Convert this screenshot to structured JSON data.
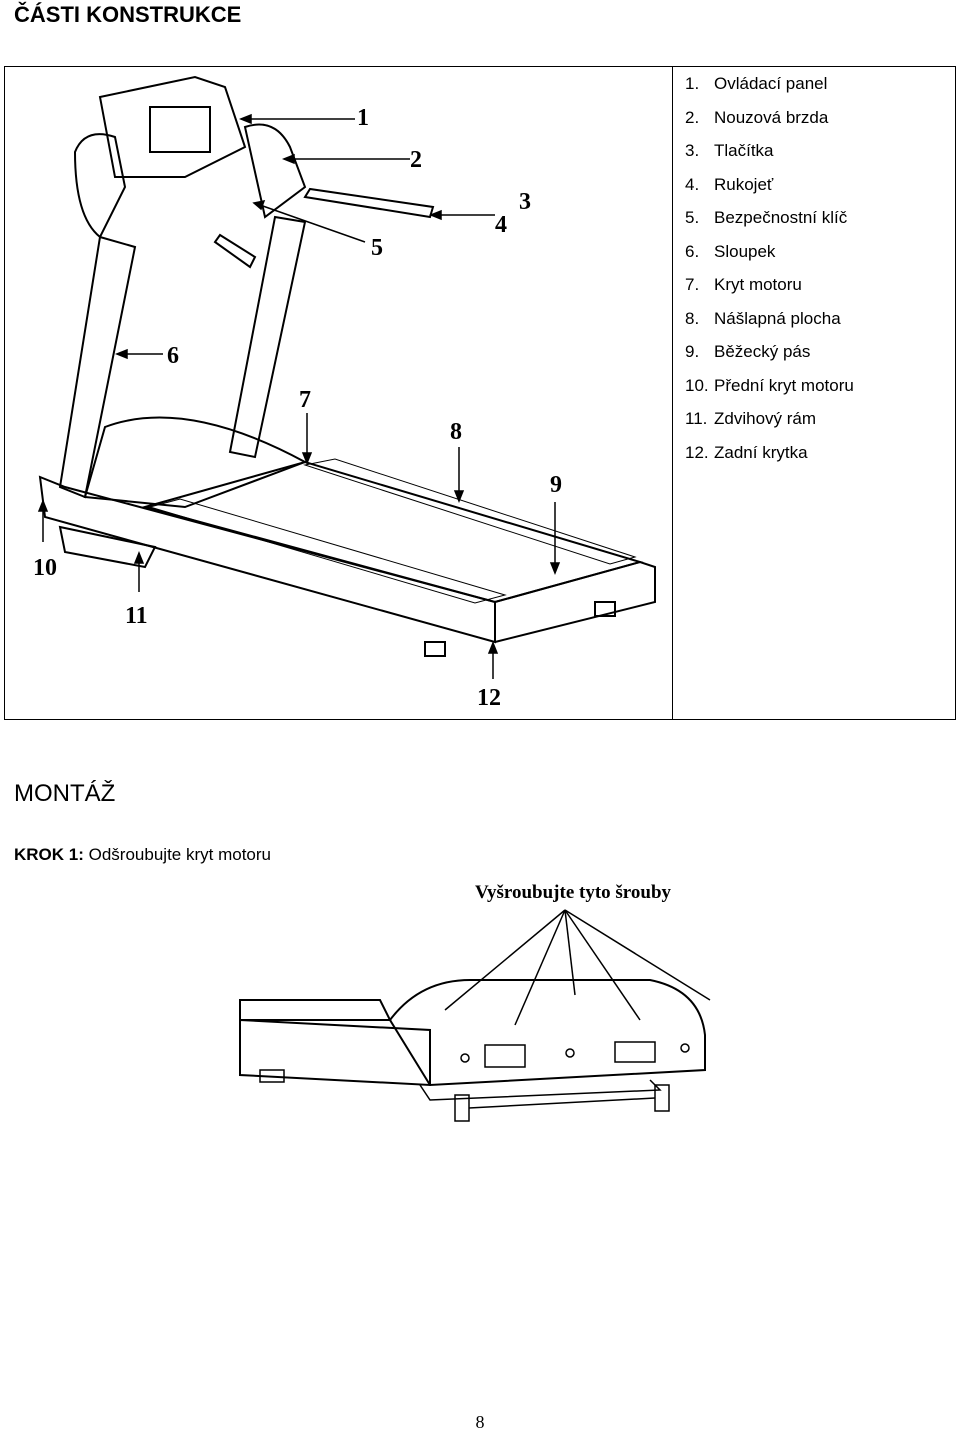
{
  "section_title": "ČÁSTI KONSTRUKCE",
  "parts": [
    {
      "num": "1.",
      "label": "Ovládací panel"
    },
    {
      "num": "2.",
      "label": "Nouzová brzda"
    },
    {
      "num": "3.",
      "label": "Tlačítka"
    },
    {
      "num": "4.",
      "label": "Rukojeť"
    },
    {
      "num": "5.",
      "label": "Bezpečnostní klíč"
    },
    {
      "num": "6.",
      "label": "Sloupek"
    },
    {
      "num": "7.",
      "label": "Kryt motoru"
    },
    {
      "num": "8.",
      "label": "Nášlapná plocha"
    },
    {
      "num": "9.",
      "label": "Běžecký pás"
    },
    {
      "num": "10.",
      "label": "Přední kryt motoru"
    },
    {
      "num": "11.",
      "label": "Zdvihový rám"
    },
    {
      "num": "12.",
      "label": "Zadní krytka"
    }
  ],
  "figure_callouts": [
    "1",
    "2",
    "3",
    "4",
    "5",
    "6",
    "7",
    "8",
    "9",
    "10",
    "11",
    "12"
  ],
  "assembly_title": "MONTÁŽ",
  "step": {
    "prefix": "KROK 1:",
    "text": " Odšroubujte kryt motoru"
  },
  "figure2_caption": "Vyšroubujte tyto šrouby",
  "page_number": "8"
}
